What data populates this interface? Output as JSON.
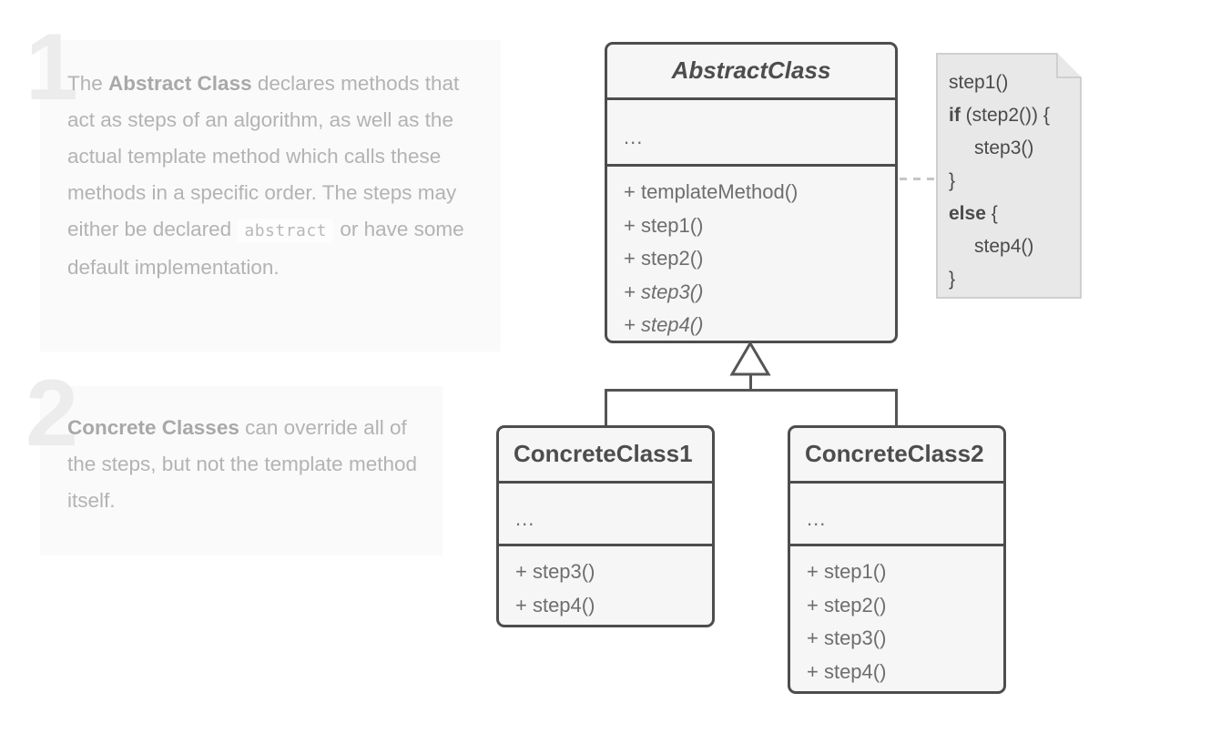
{
  "annotations": [
    {
      "numeral": "1",
      "lead": "The ",
      "bold": "Abstract Class",
      "mid": " declares methods that act as steps of an algorithm, as well as the actual template method which calls these methods in a specific order. The steps may either be declared ",
      "code": "abstract",
      "tail": " or have some default implementation."
    },
    {
      "numeral": "2",
      "lead": "",
      "bold": "Concrete Classes",
      "mid": " can override all of the steps, but not the template method itself.",
      "code": "",
      "tail": ""
    }
  ],
  "diagram": {
    "abstract_class": {
      "name": "AbstractClass",
      "attributes": "...",
      "methods": [
        {
          "text": "+ templateMethod()",
          "abstract": false
        },
        {
          "text": "+ step1()",
          "abstract": false
        },
        {
          "text": "+ step2()",
          "abstract": false
        },
        {
          "text": "+ step3()",
          "abstract": true
        },
        {
          "text": "+ step4()",
          "abstract": true
        }
      ]
    },
    "concrete_class_1": {
      "name": "ConcreteClass1",
      "attributes": "...",
      "methods": [
        {
          "text": "+ step3()",
          "abstract": false
        },
        {
          "text": "+ step4()",
          "abstract": false
        }
      ]
    },
    "concrete_class_2": {
      "name": "ConcreteClass2",
      "attributes": "...",
      "methods": [
        {
          "text": "+ step1()",
          "abstract": false
        },
        {
          "text": "+ step2()",
          "abstract": false
        },
        {
          "text": "+ step3()",
          "abstract": false
        },
        {
          "text": "+ step4()",
          "abstract": false
        }
      ]
    },
    "code_note": {
      "lines": [
        {
          "text": "step1()",
          "bold_prefix": "",
          "indent": false
        },
        {
          "text": " (step2()) {",
          "bold_prefix": "if",
          "indent": false
        },
        {
          "text": "step3()",
          "bold_prefix": "",
          "indent": true
        },
        {
          "text": "}",
          "bold_prefix": "",
          "indent": false
        },
        {
          "text": " {",
          "bold_prefix": "else",
          "indent": false
        },
        {
          "text": "step4()",
          "bold_prefix": "",
          "indent": true
        },
        {
          "text": "}",
          "bold_prefix": "",
          "indent": false
        }
      ]
    },
    "relationship": "generalization"
  },
  "colors": {
    "box_border": "#4d4d4d",
    "box_fill": "#f6f6f6",
    "text": "#6e6e6e",
    "note_fill": "#e8e8e8",
    "note_border": "#cfcfcf",
    "annotation_text": "#b3b3b3",
    "annotation_bg": "#fafafa",
    "numeral": "#ececec",
    "connector": "#555555",
    "dashed_link": "#c6c6c6"
  }
}
